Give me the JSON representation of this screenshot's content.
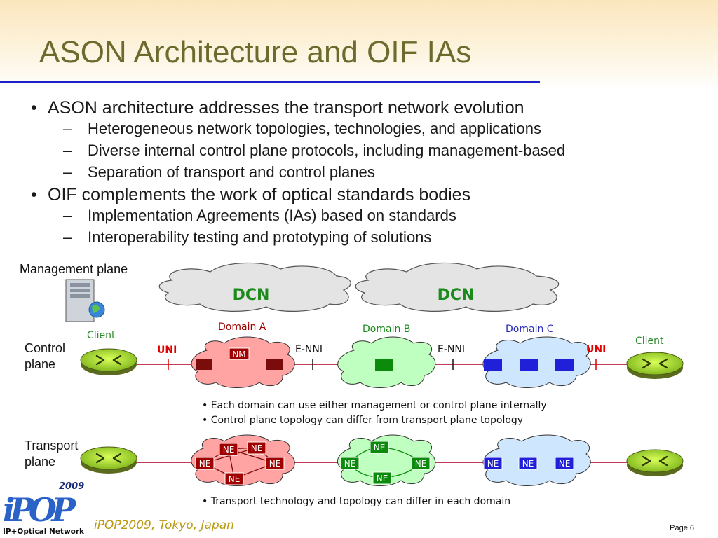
{
  "title": "ASON Architecture and OIF IAs",
  "bullets": [
    {
      "text": "ASON architecture addresses the transport network evolution",
      "sub": [
        "Heterogeneous network topologies, technologies, and applications",
        "Diverse internal control plane protocols, including management-based",
        "Separation of transport and control planes"
      ]
    },
    {
      "text": "OIF complements the work of optical standards bodies",
      "sub": [
        "Implementation Agreements (IAs) based on standards",
        "Interoperability testing and prototyping of solutions"
      ]
    }
  ],
  "planes": {
    "management": "Management plane",
    "control": "Control plane",
    "transport": "Transport plane"
  },
  "dcn": [
    "DCN",
    "DCN"
  ],
  "domains": {
    "a": "Domain A",
    "b": "Domain B",
    "c": "Domain C"
  },
  "interfaces": {
    "uni_left": "UNI",
    "enni_1": "E-NNI",
    "enni_2": "E-NNI",
    "uni_right": "UNI"
  },
  "clients": {
    "left": "Client",
    "right": "Client"
  },
  "nm_label": "NM",
  "ne_label": "NE",
  "notes": {
    "control_1": "• Each domain can use either management or control plane internally",
    "control_2": "• Control plane topology can differ from transport plane topology",
    "transport_1": "• Transport technology and topology can differ in each domain"
  },
  "footer": "iPOP2009, Tokyo, Japan",
  "page": "Page 6",
  "logo": {
    "year": "2009",
    "mark": "iPOP",
    "name": "IP+Optical Network"
  },
  "colors": {
    "domain_a_fill": "#ffa3a3",
    "domain_a_node": "#7a0c0c",
    "domain_a_text": "#a00000",
    "domain_b_fill": "#bfffbf",
    "domain_b_node": "#0b8a0b",
    "domain_b_text": "#1a8a1a",
    "domain_c_fill": "#cfe6ff",
    "domain_c_node": "#2020d8",
    "domain_c_text": "#2a2ab8",
    "uni": "#e00000",
    "link": "#c23a55",
    "dcn_fill": "#e4e4e4"
  }
}
